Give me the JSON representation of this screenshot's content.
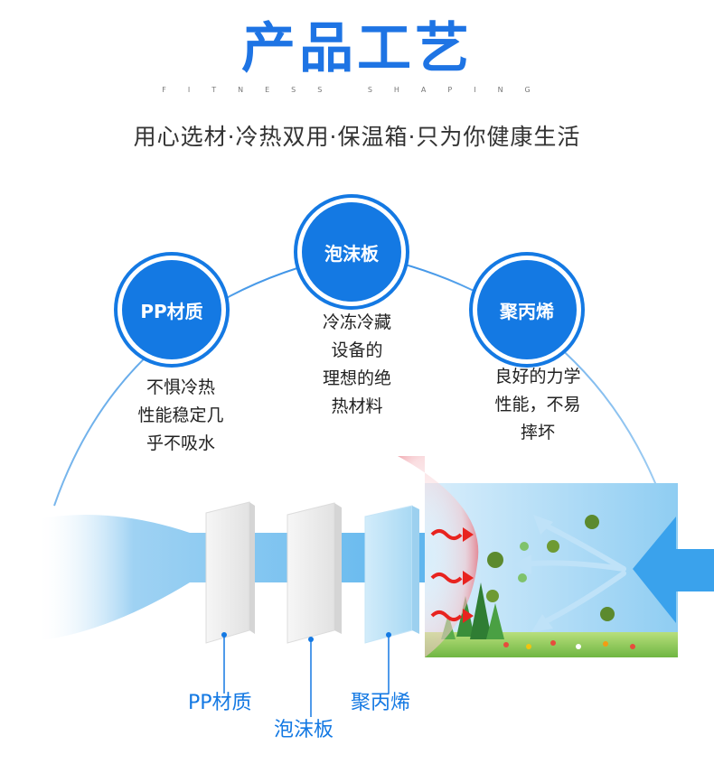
{
  "header": {
    "title": "产品工艺",
    "subtitle_en": "FITNESS SHAPING",
    "tagline": "用心选材·冷热双用·保温箱·只为你健康生活"
  },
  "features": [
    {
      "name": "PP材质",
      "description": "不惧冷热\n性能稳定几\n乎不吸水"
    },
    {
      "name": "泡沫板",
      "description": "冷冻冷藏\n设备的\n理想的绝\n热材料"
    },
    {
      "name": "聚丙烯",
      "description": "良好的力学\n性能，不易\n摔坏"
    }
  ],
  "layer_labels": [
    "PP材质",
    "泡沫板",
    "聚丙烯"
  ],
  "colors": {
    "accent": "#1479e3",
    "title": "#1e74e4",
    "arrow_red": "#e8231f"
  }
}
